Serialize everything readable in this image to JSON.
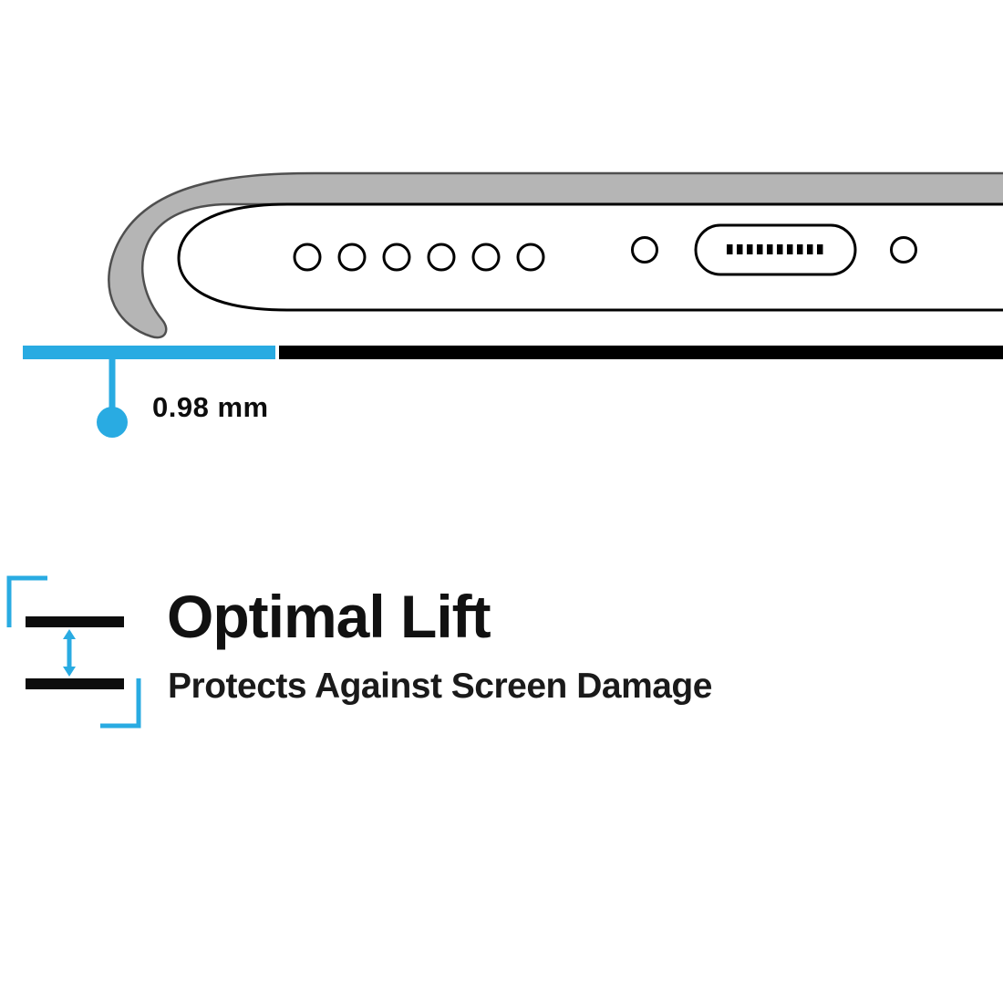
{
  "colors": {
    "accent_cyan": "#29ABE2",
    "ink_black": "#000000",
    "case_gray": "#b5b5b5",
    "case_outline_gray": "#4f4f4f"
  },
  "illustration": {
    "name": "phone-bottom-edge-in-case-cross-section",
    "elements": [
      "case-lip",
      "phone-body",
      "speaker-holes",
      "screw-holes",
      "charging-port"
    ]
  },
  "measurement": {
    "value": "0.98 mm"
  },
  "feature": {
    "title": "Optimal Lift",
    "subtitle": "Protects Against Screen Damage"
  }
}
